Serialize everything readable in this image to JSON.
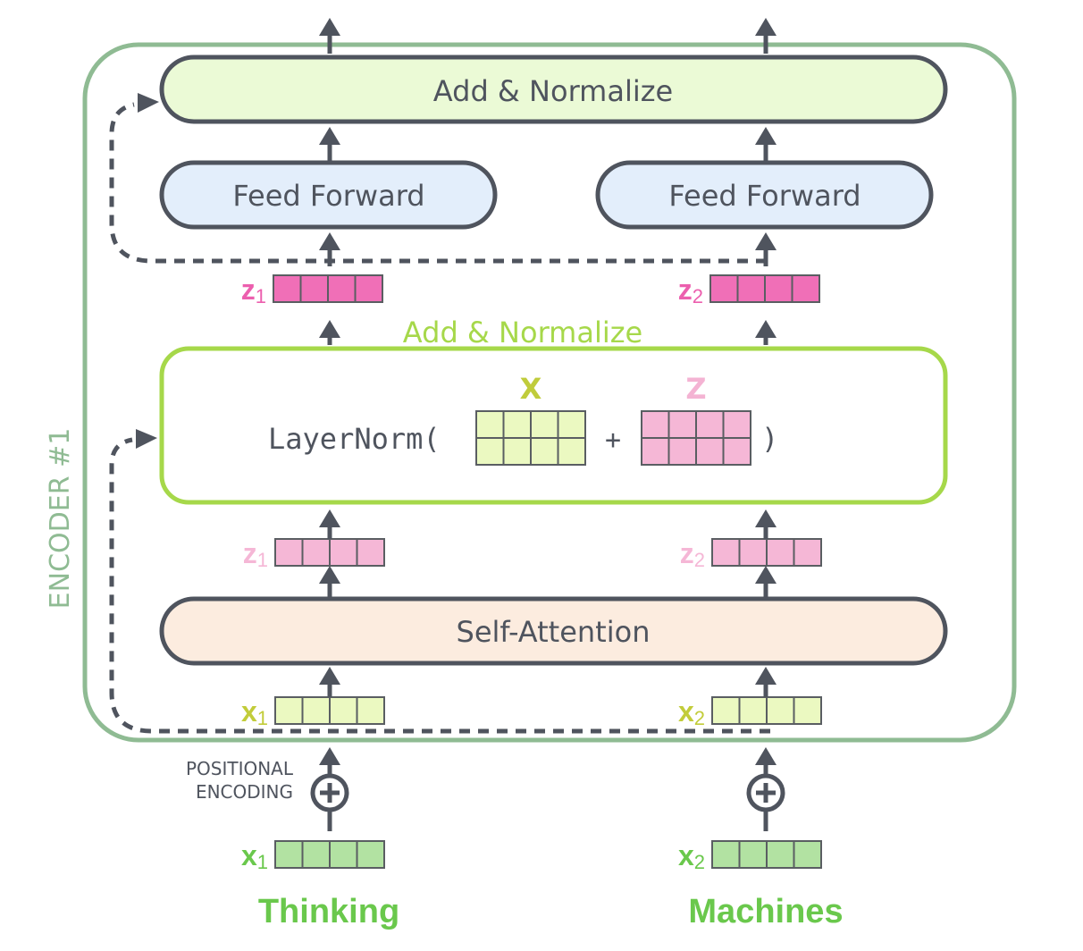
{
  "encoder": {
    "label": "ENCODER #1",
    "border_color": "#8fbb93"
  },
  "blocks": {
    "add_norm_top": {
      "label": "Add & Normalize",
      "fill": "#ebfad6"
    },
    "feed_forward_1": {
      "label": "Feed Forward",
      "fill": "#e3eefb"
    },
    "feed_forward_2": {
      "label": "Feed Forward",
      "fill": "#e3eefb"
    },
    "add_norm_mid": {
      "title": "Add & Normalize",
      "title_color": "#a6d84a",
      "border_color": "#a6d84a"
    },
    "self_attention": {
      "label": "Self-Attention",
      "fill": "#fcecdf"
    }
  },
  "layernorm": {
    "func_open": "LayerNorm(",
    "plus": "+",
    "close": ")",
    "x_label": "X",
    "z_label": "Z",
    "x_color": "#c0cc3c",
    "z_color": "#f4b3d3"
  },
  "vectors": {
    "z_out": [
      {
        "base": "z",
        "sub": "1"
      },
      {
        "base": "z",
        "sub": "2"
      }
    ],
    "z_in": [
      {
        "base": "z",
        "sub": "1"
      },
      {
        "base": "z",
        "sub": "2"
      }
    ],
    "x_enc": [
      {
        "base": "x",
        "sub": "1"
      },
      {
        "base": "x",
        "sub": "2"
      }
    ],
    "x_emb": [
      {
        "base": "x",
        "sub": "1"
      },
      {
        "base": "x",
        "sub": "2"
      }
    ]
  },
  "positional_encoding": {
    "line1": "POSITIONAL",
    "line2": "ENCODING"
  },
  "words": [
    "Thinking",
    "Machines"
  ],
  "colors": {
    "dark": "#4f545e",
    "z_out_fill": "#f06fb7",
    "z_out_text": "#ec5fae",
    "z_in_fill": "#f5b7d6",
    "z_in_text": "#f5b7d6",
    "x_enc_fill": "#ebf9c1",
    "x_enc_text": "#c2cc3a",
    "x_emb_fill": "#b2e2a2",
    "x_emb_text": "#6ac84c",
    "word_color": "#6ac84c"
  }
}
